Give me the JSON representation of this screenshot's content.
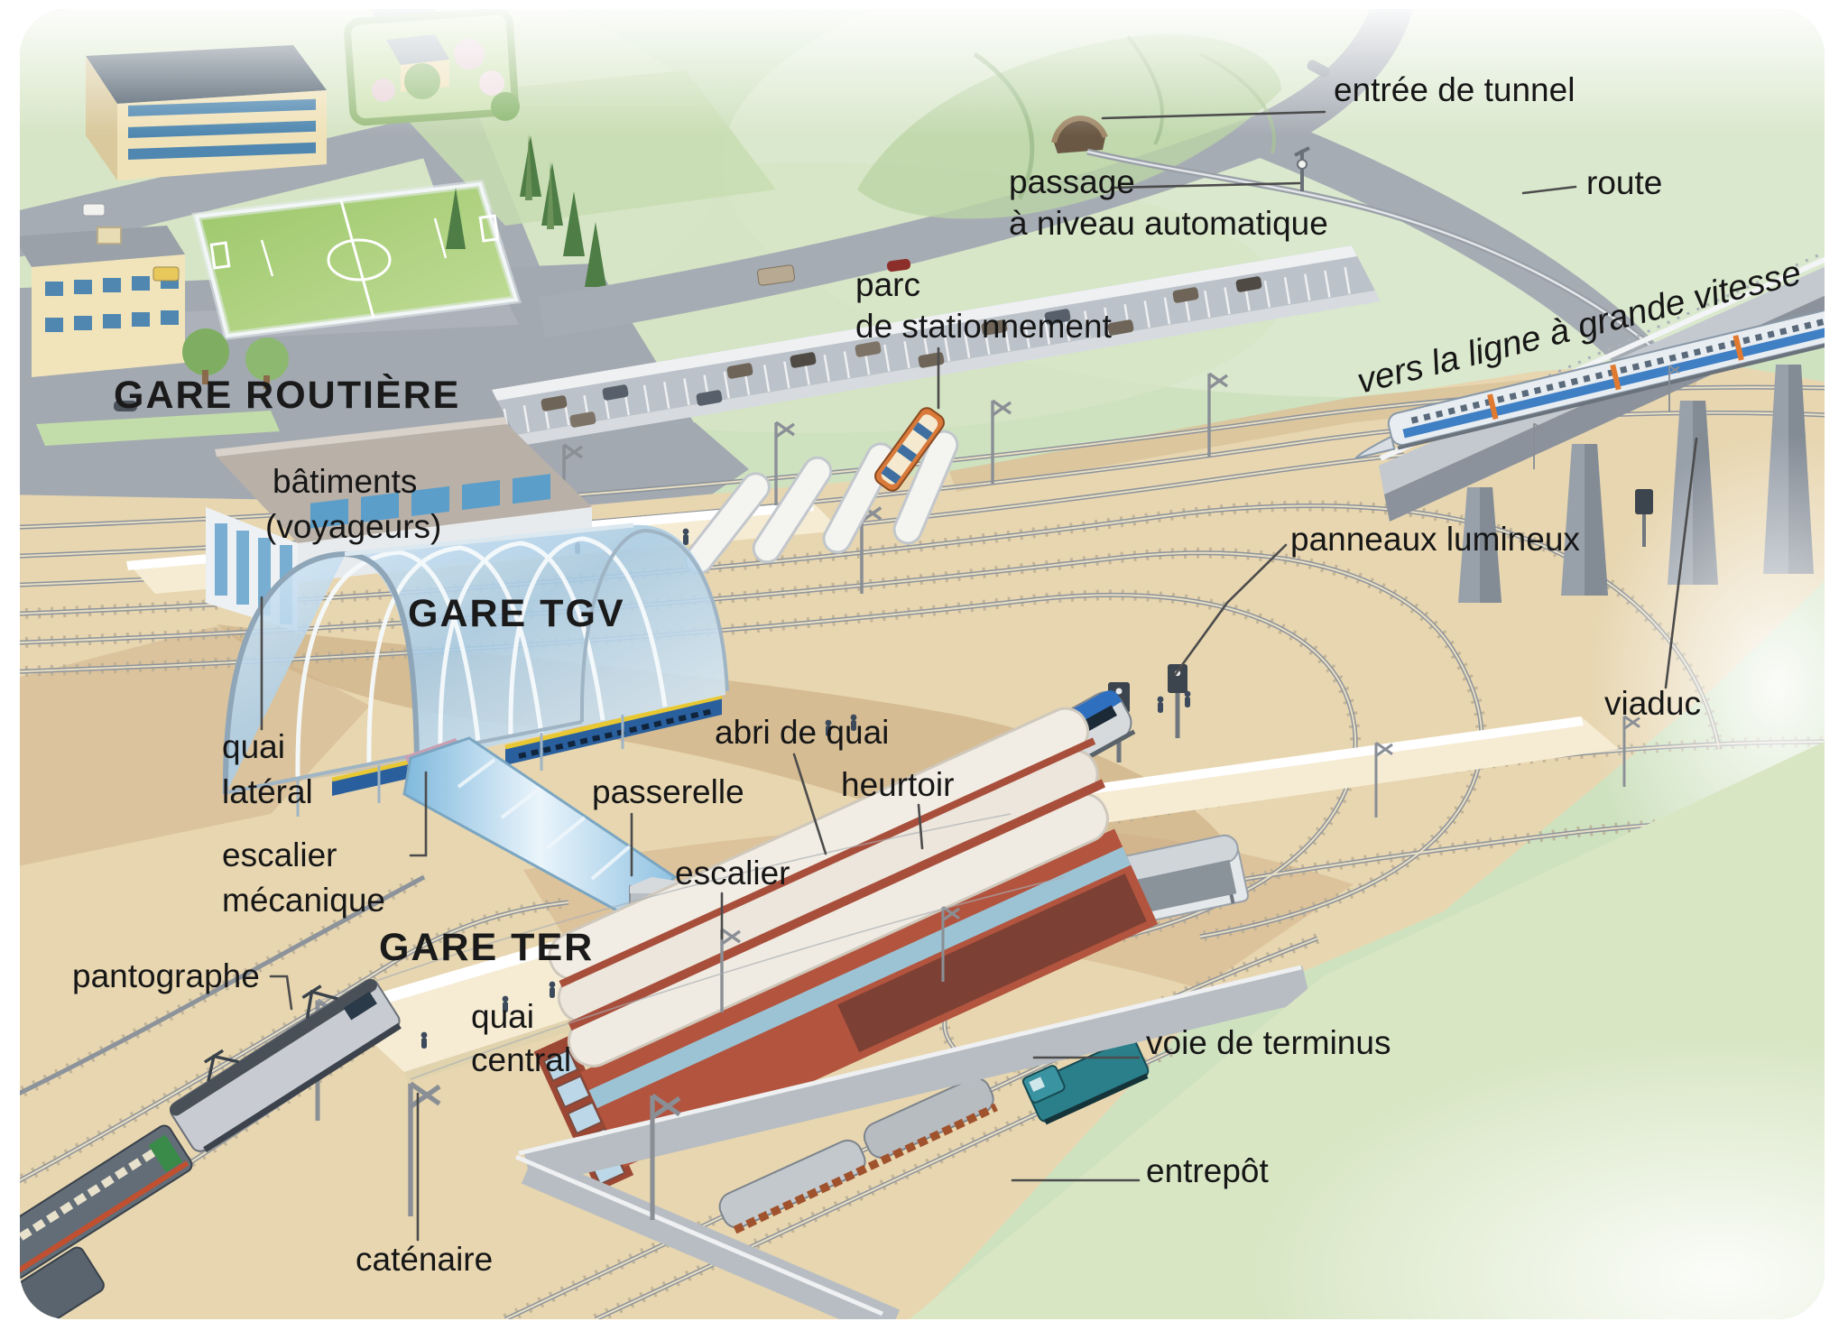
{
  "diagram": {
    "subject": "gare de voyageurs (passenger railway station) illustrated diagram",
    "section_titles": {
      "gare_routiere": "GARE ROUTIÈRE",
      "gare_tgv": "GARE TGV",
      "gare_ter": "GARE TER"
    },
    "labels": {
      "entree_tunnel": "entrée de tunnel",
      "passage_line1": "passage",
      "passage_line2": "à niveau automatique",
      "route": "route",
      "parc_line1": "parc",
      "parc_line2": "de stationnement",
      "lgv": "vers la ligne à grande vitesse",
      "batiments_line1": "bâtiments",
      "batiments_line2": "(voyageurs)",
      "panneaux": "panneaux lumineux",
      "viaduc": "viaduc",
      "quai_lateral_line1": "quai",
      "quai_lateral_line2": "latéral",
      "escalier_mecanique_line1": "escalier",
      "escalier_mecanique_line2": "mécanique",
      "abri": "abri de quai",
      "passerelle": "passerelle",
      "heurtoir": "heurtoir",
      "escalier": "escalier",
      "quai_central_line1": "quai",
      "quai_central_line2": "central",
      "pantographe": "pantographe",
      "catenaire": "caténaire",
      "voie_terminus": "voie de terminus",
      "entrepot": "entrepôt"
    },
    "palette": {
      "grass_green": "#cfe2c0",
      "field_green": "#a8d077",
      "road_gray": "#a6acb4",
      "earth_tan": "#e7d6b0",
      "slope_tan": "#c9a87c",
      "platform_cream": "#f6ecd4",
      "canopy_glass_blue": "#bfdcf0",
      "train_blue": "#2f6fc0",
      "door_green": "#35a257",
      "warehouse_brick": "#b2543e",
      "loco_teal": "#2a7f8a",
      "label_text": "#161616",
      "leader_line": "#4c4c4c"
    }
  }
}
